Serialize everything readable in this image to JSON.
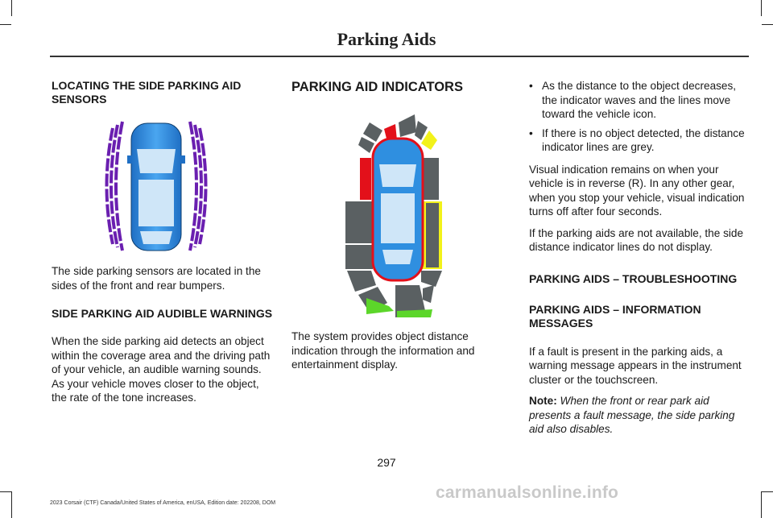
{
  "header": {
    "title": "Parking Aids"
  },
  "col1": {
    "heading1": "LOCATING THE SIDE PARKING AID SENSORS",
    "para1": "The side parking sensors are located in the sides of the front and rear bumpers.",
    "heading2": "SIDE PARKING AID AUDIBLE WARNINGS",
    "para2": "When the side parking aid detects an object within the coverage area and the driving path of your vehicle, an audible warning sounds. As your vehicle moves closer to the object, the rate of the tone increases."
  },
  "col2": {
    "heading": "PARKING AID INDICATORS",
    "para": "The system provides object distance indication through the information and entertainment display."
  },
  "col3": {
    "bullets": [
      "As the distance to the object decreases, the indicator waves and the lines move toward the vehicle icon.",
      "If there is no object detected, the distance indicator lines are grey."
    ],
    "para1": "Visual indication remains on when your vehicle is in reverse (R). In any other gear, when you stop your vehicle, visual indication turns off after four seconds.",
    "para2": "If the parking aids are not available, the side distance indicator lines do not display.",
    "heading1": "PARKING AIDS – TROUBLESHOOTING",
    "heading2": "PARKING AIDS – INFORMATION MESSAGES",
    "para3": "If a fault is present in the parking aids, a warning message appears in the instrument cluster or the touchscreen.",
    "note_label": "Note:",
    "note_text": "When the front or rear park aid presents a fault message, the side parking aid also disables."
  },
  "page_number": "297",
  "footer": "2023 Corsair (CTF) Canada/United States of America, enUSA, Edition date: 202208, DOM",
  "watermark": "carmanualsonline.info",
  "colors": {
    "purple": "#6a1fb0",
    "red": "#e3101a",
    "yellow": "#f2f21a",
    "green": "#5cd62a",
    "grey": "#5a6062",
    "car_blue": "#2f8fe0"
  }
}
